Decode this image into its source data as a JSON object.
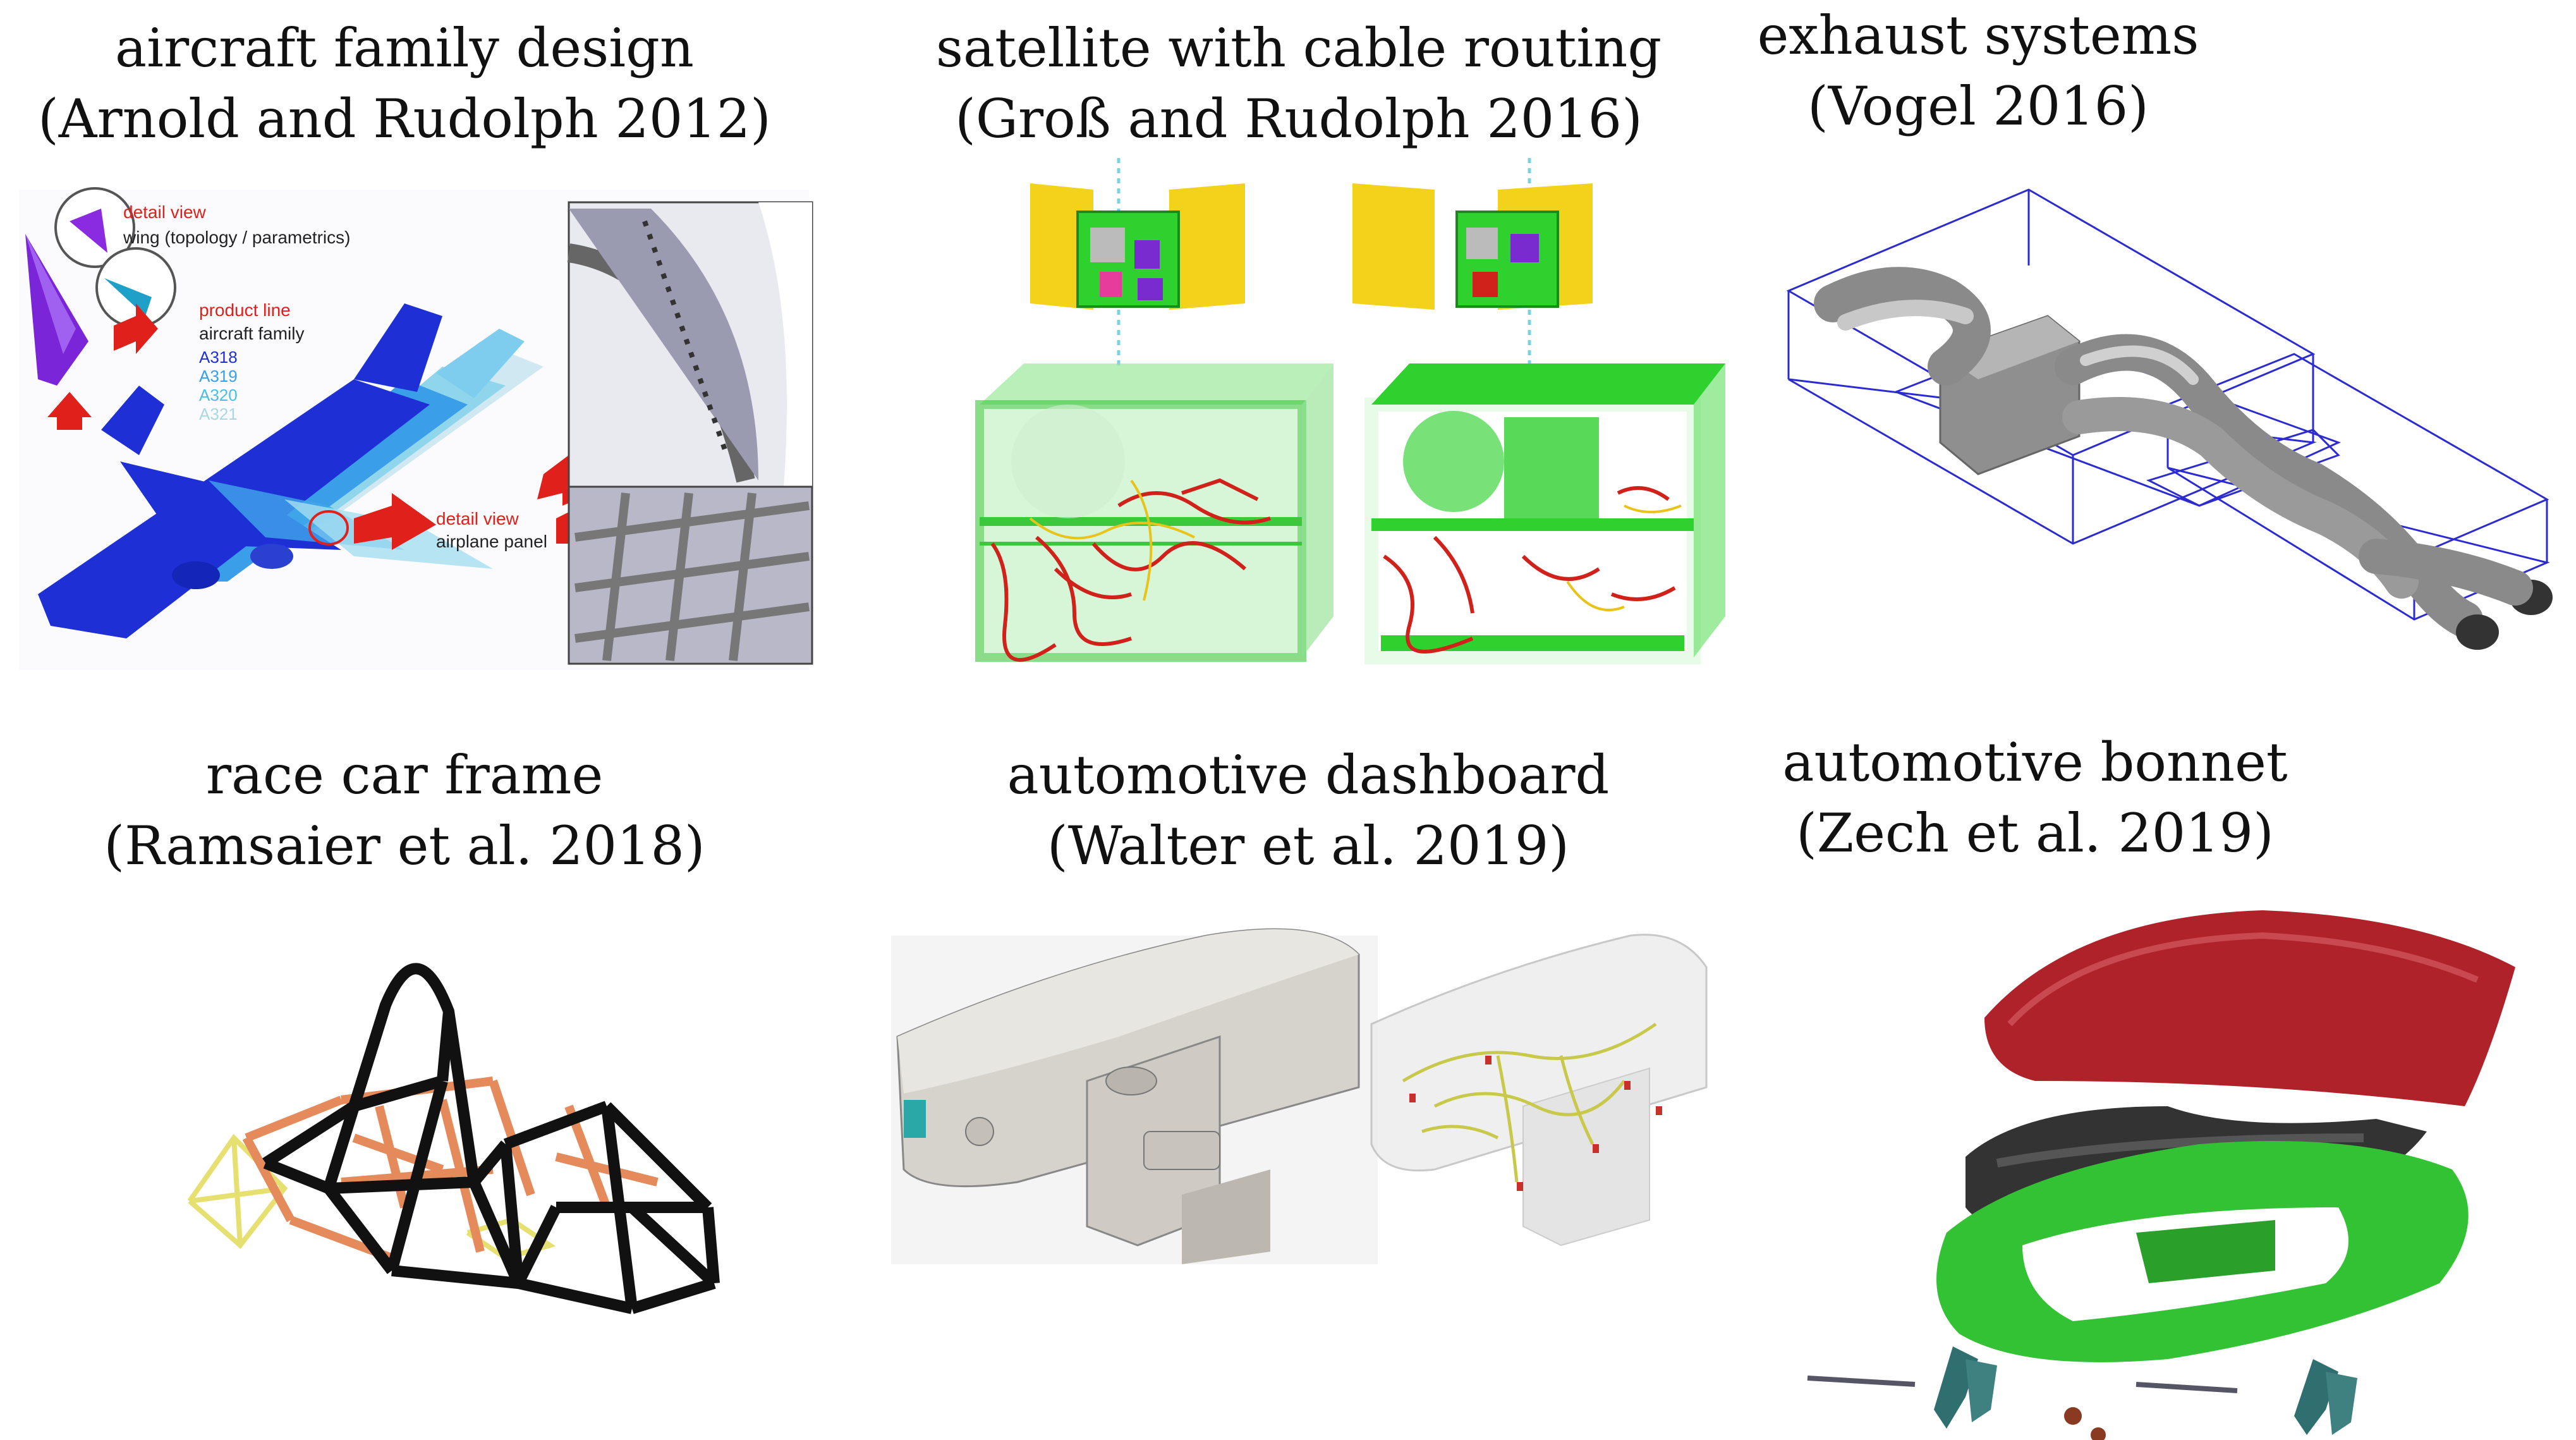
{
  "figure": {
    "panels": [
      {
        "id": "aircraft",
        "title": "aircraft family design",
        "citation": "(Arnold and Rudolph 2012)",
        "annotations": {
          "detail_view_1": "detail view",
          "wing_label": "wing (topology / parametrics)",
          "product_line": "product line",
          "aircraft_family": "aircraft family",
          "variants": [
            "A318",
            "A319",
            "A320",
            "A321"
          ],
          "detail_view_2": "detail view",
          "airplane_panel": "airplane panel"
        }
      },
      {
        "id": "satellite",
        "title": "satellite with cable routing",
        "citation": "(Groß and Rudolph 2016)"
      },
      {
        "id": "exhaust",
        "title": "exhaust systems",
        "citation": "(Vogel 2016)"
      },
      {
        "id": "racecar",
        "title": "race car frame",
        "citation": "(Ramsaier et al. 2018)"
      },
      {
        "id": "dashboard",
        "title": "automotive dashboard",
        "citation": "(Walter et al. 2019)"
      },
      {
        "id": "bonnet",
        "title": "automotive bonnet",
        "citation": "(Zech et al. 2019)"
      }
    ],
    "colors": {
      "airplane_blue": "#1f2fd6",
      "wing_purple": "#8a2be2",
      "annotation_red": "#e0201a",
      "satellite_green": "#2ed12e",
      "satellite_yellow": "#f2d21b",
      "cable_red": "#d0221a",
      "exhaust_gray": "#9a9a9a",
      "box_blue": "#2b2bd0",
      "frame_black": "#111111",
      "frame_orange": "#e58a5a",
      "frame_yellow": "#e6e070",
      "bonnet_red": "#b0222a",
      "bonnet_green": "#33c233"
    }
  }
}
